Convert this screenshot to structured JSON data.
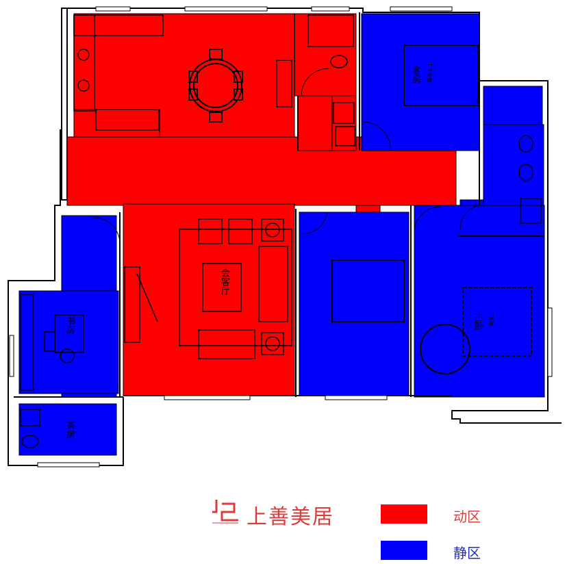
{
  "colors": {
    "dynamic": "#ff0000",
    "static": "#0000ff",
    "wall": "#000000",
    "logo": "#e03a3a"
  },
  "legend": {
    "dynamic_label": "动区",
    "static_label": "静区"
  },
  "logo": {
    "brand": "上善美居"
  },
  "rooms": {
    "living": "会客厅",
    "guest_bedroom": "客房",
    "guest_bed_size": "1.8米床",
    "master_bedroom": "主卧",
    "master_bed_size": "2米床",
    "study": "书房",
    "tea_room": "茶房"
  }
}
